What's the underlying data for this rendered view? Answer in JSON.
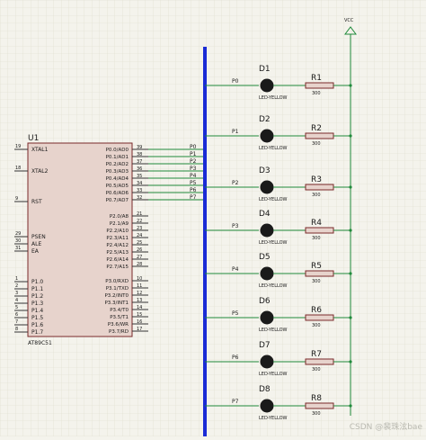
{
  "chip": {
    "ref": "U1",
    "part": "AT89C51",
    "left_pins": [
      {
        "num": "19",
        "name": "XTAL1"
      },
      {
        "num": "18",
        "name": "XTAL2"
      },
      {
        "num": "9",
        "name": "RST"
      },
      {
        "num": "29",
        "name": "PSEN"
      },
      {
        "num": "30",
        "name": "ALE"
      },
      {
        "num": "31",
        "name": "EA"
      },
      {
        "num": "1",
        "name": "P1.0"
      },
      {
        "num": "2",
        "name": "P1.1"
      },
      {
        "num": "3",
        "name": "P1.2"
      },
      {
        "num": "4",
        "name": "P1.3"
      },
      {
        "num": "5",
        "name": "P1.4"
      },
      {
        "num": "6",
        "name": "P1.5"
      },
      {
        "num": "7",
        "name": "P1.6"
      },
      {
        "num": "8",
        "name": "P1.7"
      }
    ],
    "right_pins": [
      {
        "num": "39",
        "name": "P0.0/AD0",
        "net": "P0"
      },
      {
        "num": "38",
        "name": "P0.1/AD1",
        "net": "P1"
      },
      {
        "num": "37",
        "name": "P0.2/AD2",
        "net": "P2"
      },
      {
        "num": "36",
        "name": "P0.3/AD3",
        "net": "P3"
      },
      {
        "num": "35",
        "name": "P0.4/AD4",
        "net": "P4"
      },
      {
        "num": "34",
        "name": "P0.5/AD5",
        "net": "P5"
      },
      {
        "num": "33",
        "name": "P0.6/AD6",
        "net": "P6"
      },
      {
        "num": "32",
        "name": "P0.7/AD7",
        "net": "P7"
      },
      {
        "num": "21",
        "name": "P2.0/A8"
      },
      {
        "num": "22",
        "name": "P2.1/A9"
      },
      {
        "num": "23",
        "name": "P2.2/A10"
      },
      {
        "num": "24",
        "name": "P2.3/A11"
      },
      {
        "num": "25",
        "name": "P2.4/A12"
      },
      {
        "num": "26",
        "name": "P2.5/A13"
      },
      {
        "num": "27",
        "name": "P2.6/A14"
      },
      {
        "num": "28",
        "name": "P2.7/A15"
      },
      {
        "num": "10",
        "name": "P3.0/RXD"
      },
      {
        "num": "11",
        "name": "P3.1/TXD"
      },
      {
        "num": "12",
        "name": "P3.2/INT0"
      },
      {
        "num": "13",
        "name": "P3.3/INT1"
      },
      {
        "num": "14",
        "name": "P3.4/T0"
      },
      {
        "num": "15",
        "name": "P3.5/T1"
      },
      {
        "num": "16",
        "name": "P3.6/WR"
      },
      {
        "num": "17",
        "name": "P3.7/RD"
      }
    ]
  },
  "bus_right_labels": [
    "P0",
    "P1",
    "P2",
    "P3",
    "P4",
    "P5",
    "P6",
    "P7"
  ],
  "leds": [
    {
      "ref": "D1",
      "type": "LED-YELLOW",
      "net": "P0",
      "res_ref": "R1",
      "res_val": "300"
    },
    {
      "ref": "D2",
      "type": "LED-YELLOW",
      "net": "P1",
      "res_ref": "R2",
      "res_val": "300"
    },
    {
      "ref": "D3",
      "type": "LED-YELLOW",
      "net": "P2",
      "res_ref": "R3",
      "res_val": "300"
    },
    {
      "ref": "D4",
      "type": "LED-YELLOW",
      "net": "P3",
      "res_ref": "R4",
      "res_val": "300"
    },
    {
      "ref": "D5",
      "type": "LED-YELLOW",
      "net": "P4",
      "res_ref": "R5",
      "res_val": "300"
    },
    {
      "ref": "D6",
      "type": "LED-YELLOW",
      "net": "P5",
      "res_ref": "R6",
      "res_val": "300"
    },
    {
      "ref": "D7",
      "type": "LED-YELLOW",
      "net": "P6",
      "res_ref": "R7",
      "res_val": "300"
    },
    {
      "ref": "D8",
      "type": "LED-YELLOW",
      "net": "P7",
      "res_ref": "R8",
      "res_val": "300"
    }
  ],
  "vcc_label": "VCC",
  "watermark": "CSDN @裴珠泫bae",
  "colors": {
    "background": "#f4f3ec",
    "grid": "#dcdbcd",
    "chip_fill": "#e7d3cc",
    "chip_stroke": "#7a2a2a",
    "wire": "#1f8a3a",
    "bus": "#1a2bd6",
    "text": "#1a1a1a"
  }
}
